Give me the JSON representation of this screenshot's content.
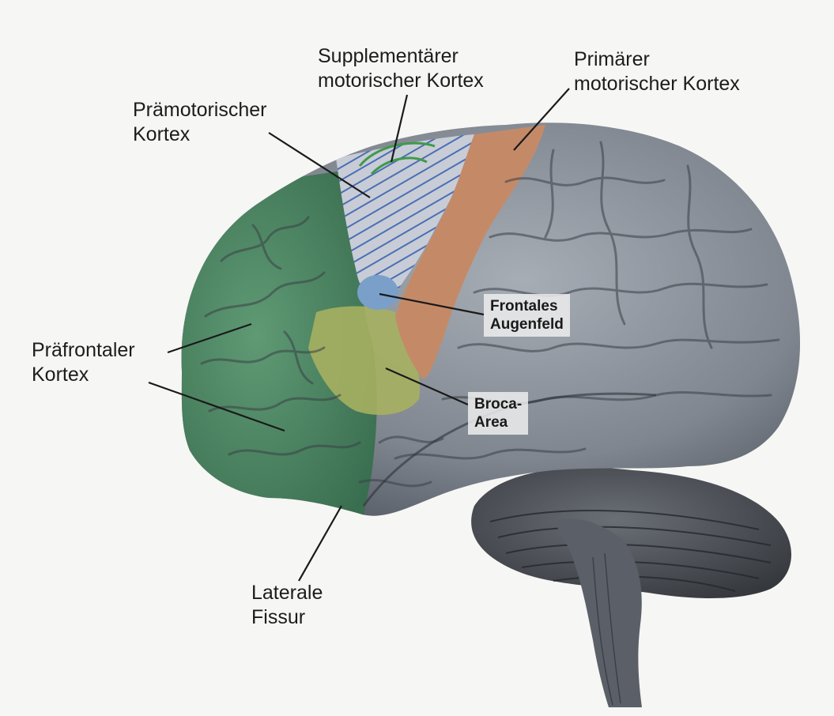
{
  "labels": {
    "supplementary_motor": {
      "line1": "Supplementärer",
      "line2": "motorischer Kortex"
    },
    "primary_motor": {
      "line1": "Primärer",
      "line2": "motorischer Kortex"
    },
    "premotor": {
      "line1": "Prämotorischer",
      "line2": "Kortex"
    },
    "frontal_eye_field": {
      "line1": "Frontales",
      "line2": "Augenfeld"
    },
    "prefrontal": {
      "line1": "Präfrontaler",
      "line2": "Kortex"
    },
    "broca": {
      "line1": "Broca-",
      "line2": "Area"
    },
    "lateral_fissure": {
      "line1": "Laterale",
      "line2": "Fissur"
    }
  },
  "colors": {
    "prefrontal": "#4f8a66",
    "premotor_hatch": "#4a6fb5",
    "primary_motor": "#c48a68",
    "frontal_eye_field": "#7a9fc9",
    "broca": "#a6b060",
    "cortex_gray": "#8c939c",
    "supplementary_arc": "#3f9a4a"
  }
}
